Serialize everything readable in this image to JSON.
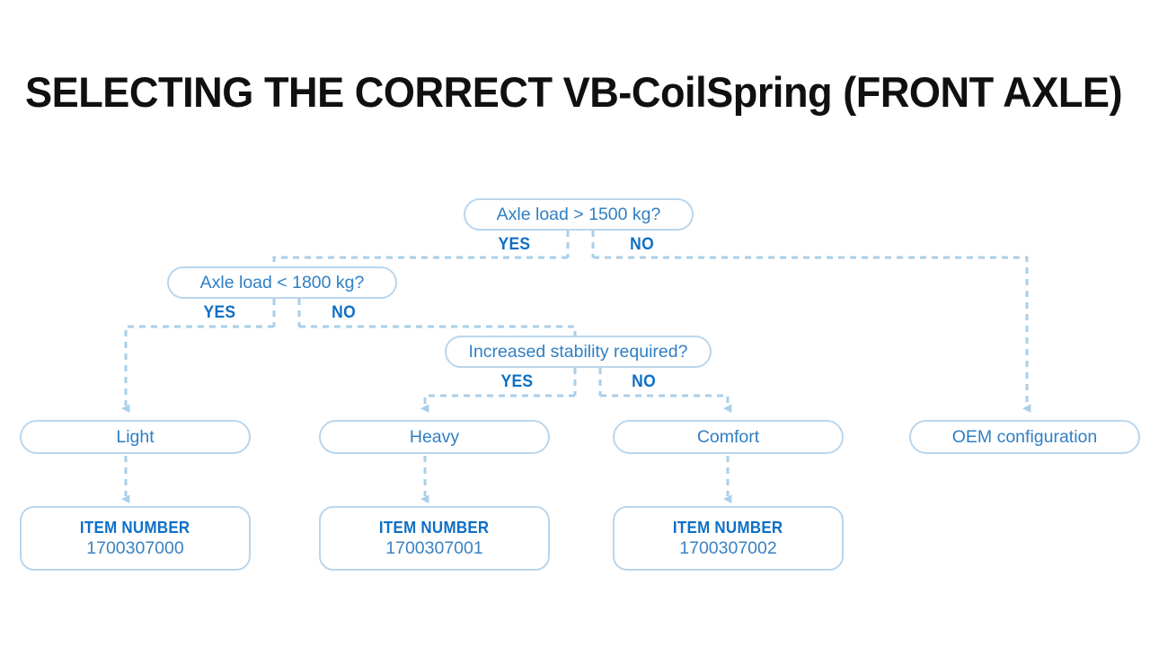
{
  "page": {
    "title": "SELECTING THE CORRECT VB-CoilSpring (FRONT AXLE)",
    "background_color": "#ffffff"
  },
  "colors": {
    "title_text": "#101010",
    "node_border": "#bad6ec",
    "node_text": "#2f7fc4",
    "label_blue": "#0e6fc6",
    "connector": "#a9cfe9",
    "item_value": "#3a82c2"
  },
  "flowchart": {
    "type": "decision-tree",
    "decisions": [
      {
        "id": "d1",
        "label": "Axle load > 1500 kg?",
        "yes_label": "YES",
        "no_label": "NO"
      },
      {
        "id": "d2",
        "label": "Axle load < 1800 kg?",
        "yes_label": "YES",
        "no_label": "NO"
      },
      {
        "id": "d3",
        "label": "Increased stability required?",
        "yes_label": "YES",
        "no_label": "NO"
      }
    ],
    "results": [
      {
        "id": "r1",
        "label": "Light"
      },
      {
        "id": "r2",
        "label": "Heavy"
      },
      {
        "id": "r3",
        "label": "Comfort"
      },
      {
        "id": "r4",
        "label": "OEM configuration"
      }
    ],
    "item_boxes": [
      {
        "id": "i1",
        "title": "ITEM NUMBER",
        "value": "1700307000"
      },
      {
        "id": "i2",
        "title": "ITEM NUMBER",
        "value": "1700307001"
      },
      {
        "id": "i3",
        "title": "ITEM NUMBER",
        "value": "1700307002"
      }
    ],
    "edges": [
      {
        "from": "d1",
        "branch": "YES",
        "to": "d2"
      },
      {
        "from": "d1",
        "branch": "NO",
        "to": "r4"
      },
      {
        "from": "d2",
        "branch": "YES",
        "to": "r1"
      },
      {
        "from": "d2",
        "branch": "NO",
        "to": "d3"
      },
      {
        "from": "d3",
        "branch": "YES",
        "to": "r2"
      },
      {
        "from": "d3",
        "branch": "NO",
        "to": "r3"
      },
      {
        "from": "r1",
        "branch": "",
        "to": "i1"
      },
      {
        "from": "r2",
        "branch": "",
        "to": "i2"
      },
      {
        "from": "r3",
        "branch": "",
        "to": "i3"
      }
    ]
  }
}
